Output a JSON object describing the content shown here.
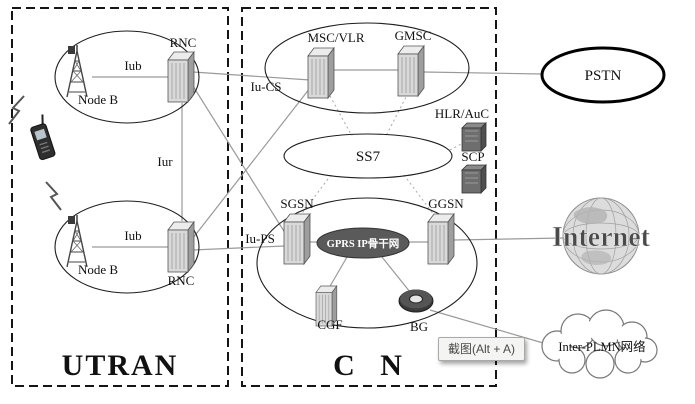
{
  "regions": {
    "utran": "UTRAN",
    "cn": "C N"
  },
  "utran": {
    "node_b_top": "Node B",
    "node_b_bottom": "Node B",
    "rnc_top": "RNC",
    "rnc_bottom": "RNC",
    "iub_top": "Iub",
    "iub_bottom": "Iub",
    "iur": "Iur"
  },
  "interfaces": {
    "iu_cs": "Iu-CS",
    "iu_ps": "Iu-PS"
  },
  "cn": {
    "msc_vlr": "MSC/VLR",
    "gmsc": "GMSC",
    "ss7": "SS7",
    "hlr_auc": "HLR/AuC",
    "scp": "SCP",
    "sgsn": "SGSN",
    "ggsn": "GGSN",
    "gprs_backbone": "GPRS IP骨干网",
    "cgf": "CGF",
    "bg": "BG"
  },
  "external": {
    "pstn": "PSTN",
    "internet": "Internet",
    "inter_plmn": "Inter-PLMN网络"
  },
  "overlay": {
    "screenshot_tooltip": "截图(Alt + A)"
  },
  "colors": {
    "line": "#9a9a9a",
    "dark_node": "#5a5a5a",
    "border": "#151515"
  }
}
